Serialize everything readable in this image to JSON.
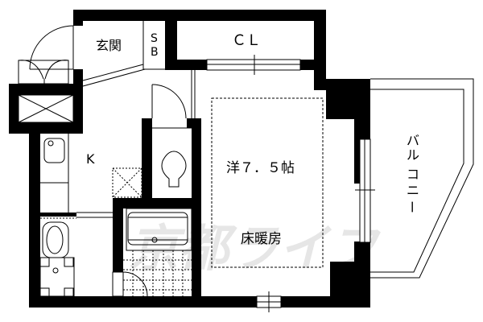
{
  "floor_plan": {
    "rooms": {
      "entrance": {
        "label": "玄関"
      },
      "shoe_box": {
        "label_line1": "S",
        "label_line2": "B"
      },
      "closet": {
        "label": "ＣＬ"
      },
      "kitchen": {
        "label": "K"
      },
      "western_room": {
        "label": "洋７．５帖",
        "feature": "床暖房"
      },
      "balcony": {
        "label_chars": [
          "バ",
          "ル",
          "コ",
          "ニ",
          "ー"
        ]
      }
    },
    "watermark": {
      "text": "京都ライフ"
    },
    "colors": {
      "wall": "#000000",
      "background": "#ffffff",
      "watermark": "#e6e6e6"
    }
  }
}
